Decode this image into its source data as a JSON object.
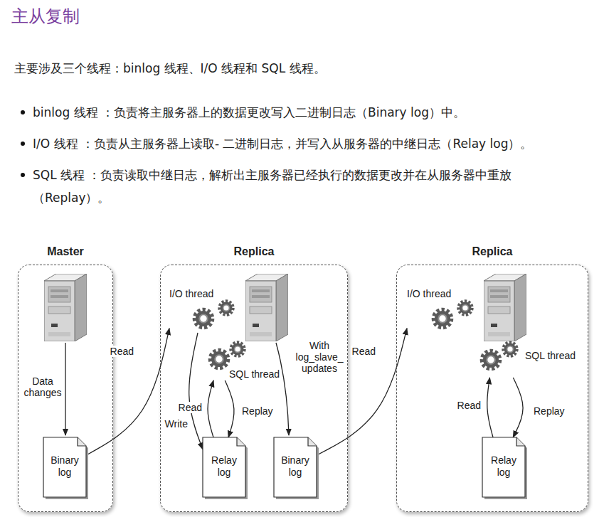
{
  "diagram": {
    "title": "主从复制",
    "nodes": [
      {
        "text": [
          "Master"
        ]
      },
      {
        "text": [
          "Binary log"
        ],
        "in": 0
      },
      {
        "text": [
          "Replica"
        ]
      },
      {
        "text": [
          "I/O thread"
        ],
        "in": 2
      },
      {
        "text": [
          "SQL thread"
        ],
        "in": 2
      },
      {
        "text": [
          "Relay log"
        ],
        "in": 2
      },
      {
        "text": [
          "Binary log"
        ],
        "in": 2
      },
      {
        "text": [
          "Replica"
        ]
      },
      {
        "text": [
          "I/O thread"
        ],
        "in": 7
      },
      {
        "text": [
          "SQL thread"
        ],
        "in": 7
      },
      {
        "text": [
          "Relay log"
        ],
        "in": 7
      }
    ],
    "edges": [
      {
        "from": 1,
        "to": 3,
        "label": "Read",
        "arrow": "to"
      },
      {
        "from": 3,
        "to": 5,
        "label": "Write",
        "arrow": "to"
      },
      {
        "from": 5,
        "to": 4,
        "label": "Read",
        "arrow": "to"
      },
      {
        "from": 4,
        "to": 5,
        "label": "Replay",
        "arrow": "to"
      },
      {
        "from": 6,
        "to": 8,
        "label": "Read",
        "arrow": "to"
      },
      {
        "from": 10,
        "to": 9,
        "label": "Read",
        "arrow": "to"
      },
      {
        "from": 9,
        "to": 10,
        "label": "Replay",
        "arrow": "to"
      }
    ],
    "labels": [
      "主要涉及三个线程：binlog 线程、I/O 线程和 SQL 线程。",
      "binlog 线程 ：负责将主服务器上的数据更改写入二进制日志（Binary log）中。",
      "I/O 线程 ：负责从主服务器上读取- 二进制日志，并写入从服务器的中继日志（Relay log）。",
      "SQL 线程 ：负责读取中继日志，解析出主服务器已经执行的数据更改并在从服务器中重放（Replay）。",
      "Data changes",
      "With log_slave_ updates"
    ]
  }
}
